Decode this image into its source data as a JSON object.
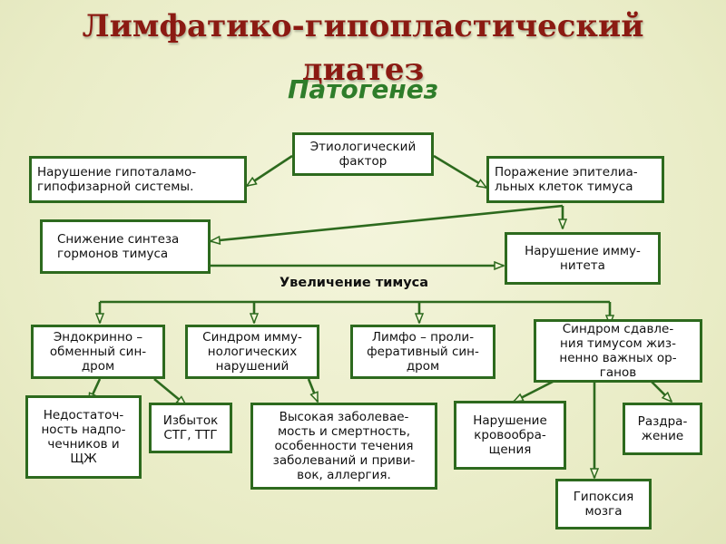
{
  "title_line1": "Лимфатико-гипопластический",
  "title_line2": "диатез",
  "subtitle": "Патогенез",
  "nodes": {
    "etiology": "Этиологический\nфактор",
    "hypothalamic": "Нарушение гипоталамо-\nгипофизарной системы.",
    "epithelial": "Поражение эпителиа-\nльных клеток тимуса",
    "hormone": "Снижение синтеза\nгормонов тимуса",
    "immunity": "Нарушение имму-\nнитета",
    "thymus_enlargement": "Увеличение тимуса",
    "endocrine": "Эндокринно –\nобменный син-\nдром",
    "immunological": "Синдром имму-\nнологических\nнарушений",
    "lymphoproliferative": "Лимфо – проли-\nферативный син-\nдром",
    "compression": "Синдром сдавле-\nния тимусом жиз-\nненно важных ор-\nганов",
    "adrenal": "Недостаточ-\nность надпо-\nчечников и\nЩЖ",
    "excess": "Избыток\nСТГ, ТТГ",
    "morbidity": "Высокая заболевае-\nмость и смертность,\nособенности течения\nзаболеваний и приви-\nвок, аллергия.",
    "circulation": "Нарушение\nкровообра-\nщения",
    "irritation": "Раздра-\nжение",
    "hypoxia": "Гипоксия\nмозга"
  },
  "colors": {
    "title": "#8b1a12",
    "subtitle": "#2e7d2a",
    "box_border": "#2d6a1e",
    "arrow": "#2d6a1e"
  }
}
